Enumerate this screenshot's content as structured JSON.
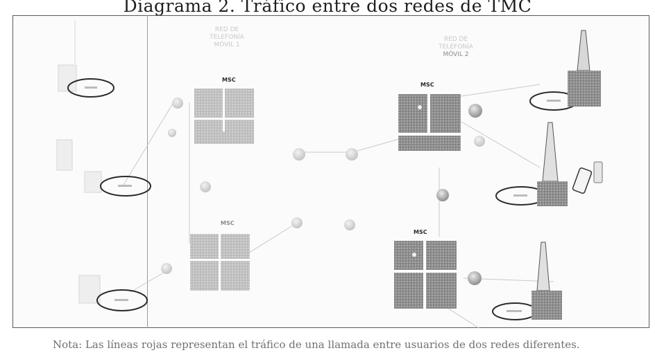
{
  "title": "Diagrama 2. Tráfico entre dos redes de TMC",
  "networks": {
    "network_1": {
      "line1": "RED DE",
      "line2": "TELEFONÍA",
      "line3": "MÓVIL 1"
    },
    "network_2": {
      "line1": "RED DE",
      "line2": "TELEFONÍA",
      "line3": "MÓVIL 2"
    }
  },
  "nodes": {
    "msc_top_left": "MSC",
    "msc_bottom_left": "MSC",
    "msc_top_right": "MSC",
    "msc_bottom_right": "MSC"
  },
  "note": "Nota: Las líneas rojas representan el tráfico de una llamada entre usuarios de dos redes diferentes."
}
